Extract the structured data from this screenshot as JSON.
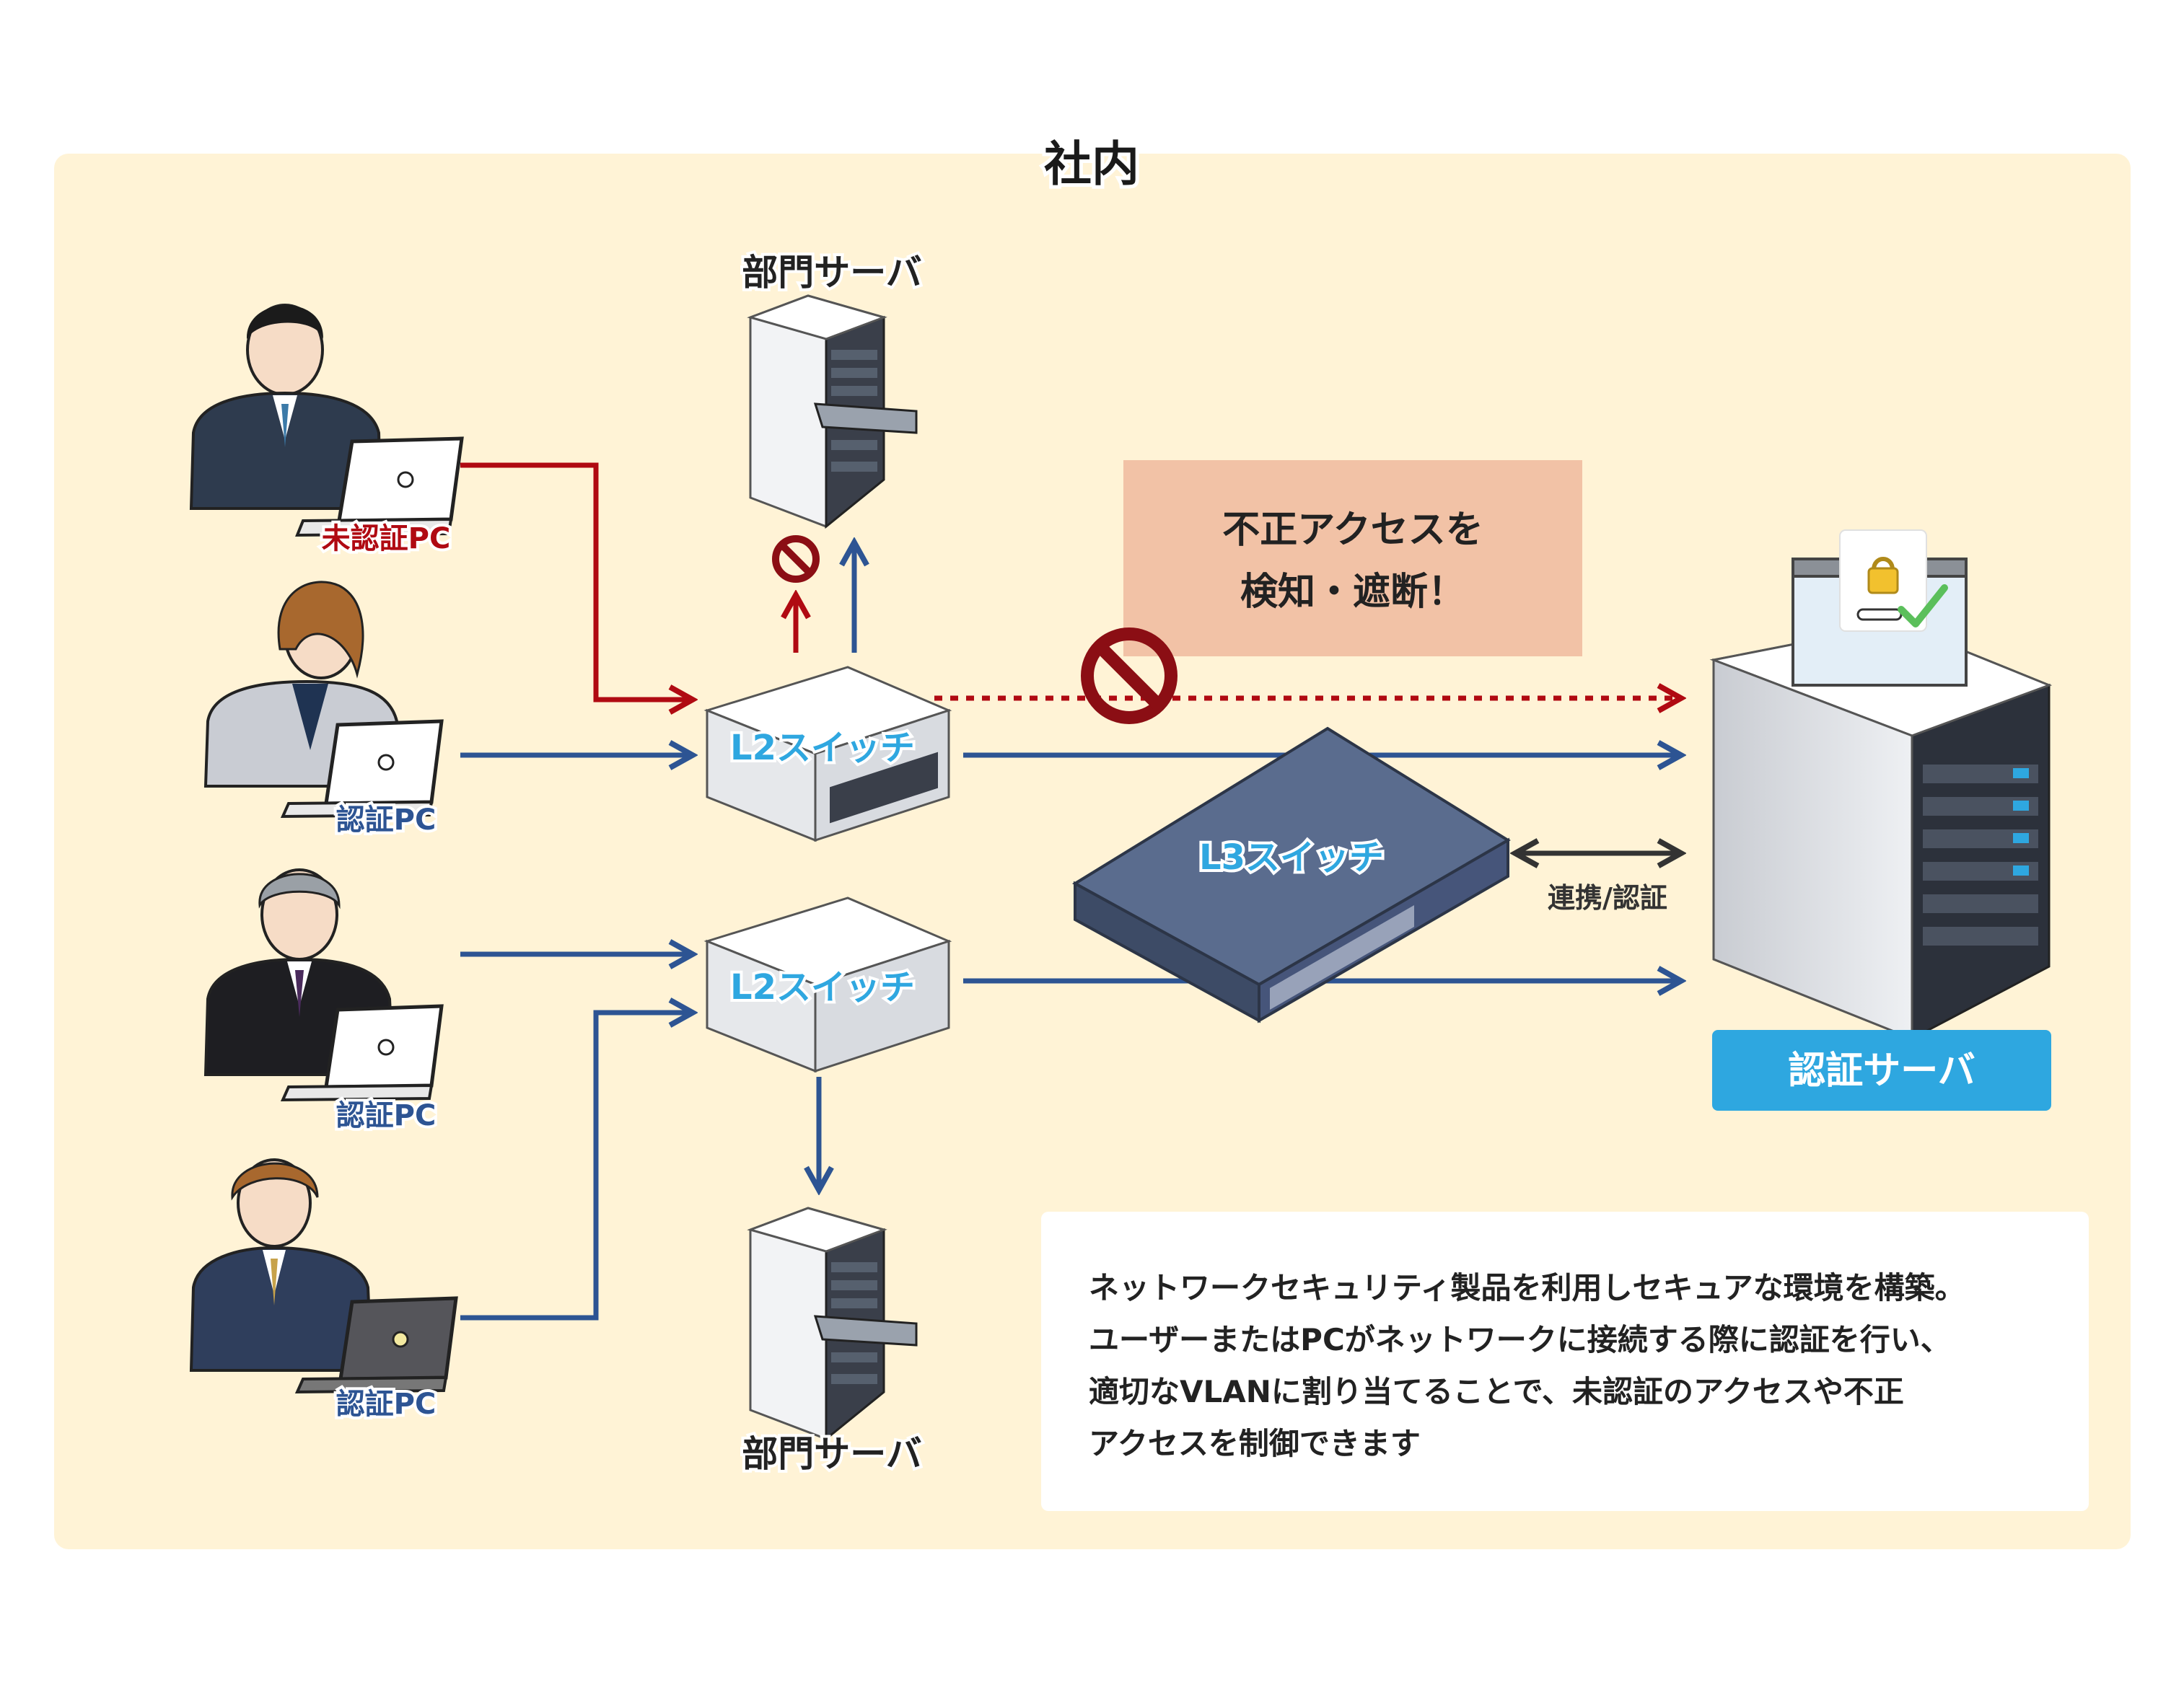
{
  "area": {
    "title": "社内"
  },
  "pcs": [
    {
      "label": "未認証PC",
      "status": "unauthenticated"
    },
    {
      "label": "認証PC",
      "status": "authenticated"
    },
    {
      "label": "認証PC",
      "status": "authenticated"
    },
    {
      "label": "認証PC",
      "status": "authenticated"
    }
  ],
  "dept_servers": {
    "top_label": "部門サーバ",
    "bottom_label": "部門サーバ"
  },
  "switches": {
    "l2_top": "L2スイッチ",
    "l2_bottom": "L2スイッチ",
    "l3": "L3スイッチ"
  },
  "alert": {
    "line1": "不正アクセスを",
    "line2": "検知・遮断！"
  },
  "auth_link_label": "連携/認証",
  "auth_server": {
    "label": "認証サーバ"
  },
  "description": {
    "lines": [
      "ネットワークセキュリティ製品を利用しセキュアな環境を構築。",
      "ユーザーまたはPCがネットワークに接続する際に認証を行い、",
      "適切なVLANに割り当てることで、未認証のアクセスや不正",
      "アクセスを制御できます"
    ]
  },
  "colors": {
    "background_area": "#fff3d6",
    "blocked_red": "#b00a12",
    "allowed_blue": "#2d5493",
    "switch_label": "#2fa7e0",
    "alert_box": "#f2c2a6",
    "auth_server_badge": "#2ea7e0"
  },
  "icons": [
    "person-icon",
    "laptop-icon",
    "server-rack-icon",
    "switch-icon",
    "prohibited-icon",
    "lock-icon",
    "check-icon"
  ]
}
